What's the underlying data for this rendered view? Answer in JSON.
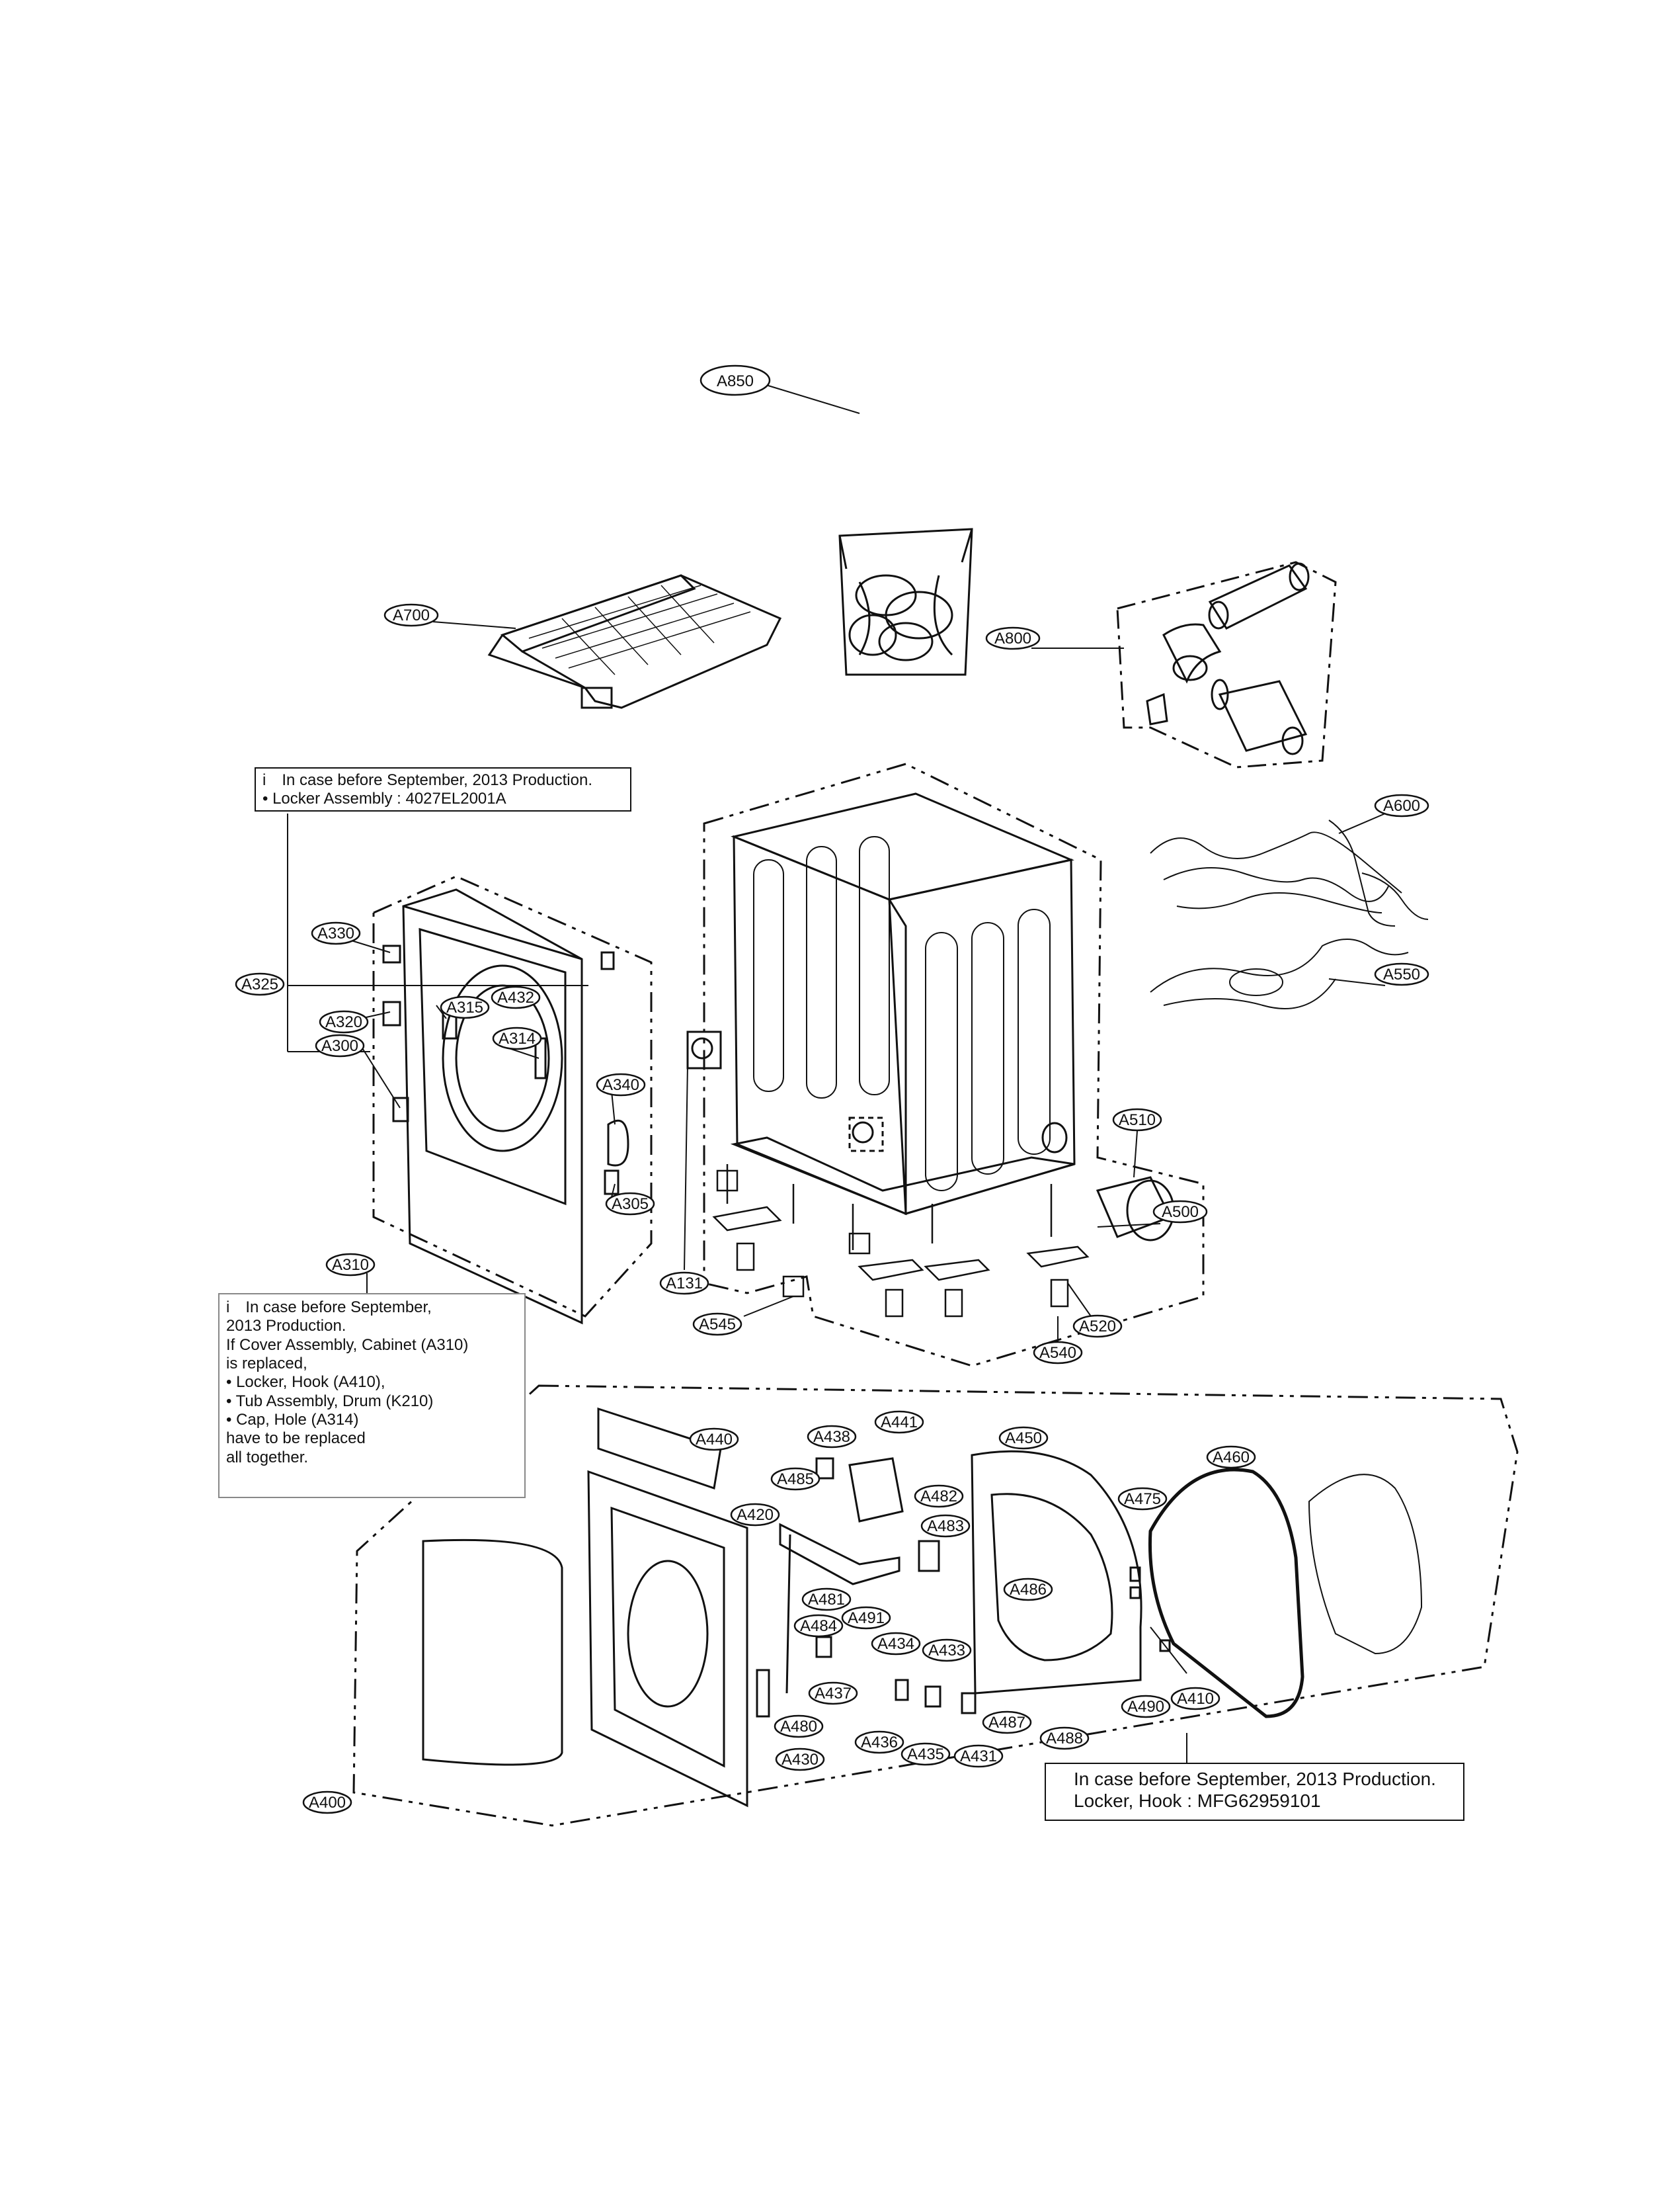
{
  "notes": {
    "top_left": {
      "line1": "In case before September, 2013 Production.",
      "line2": "Locker Assembly : 4027EL2001A"
    },
    "middle_left": {
      "lines": [
        "In case before September,",
        "2013 Production.",
        "If Cover Assembly, Cabinet (A310)",
        "is replaced,",
        "Locker, Hook (A410),",
        "Tub Assembly, Drum (K210)",
        "Cap, Hole (A314)",
        "have to be replaced",
        "all together."
      ]
    },
    "bottom_right": {
      "line1": "In case before September, 2013 Production.",
      "line2": "Locker, Hook : MFG62959101"
    }
  },
  "labels": {
    "A850": "A850",
    "A700": "A700",
    "A800": "A800",
    "A600": "A600",
    "A550": "A550",
    "A500": "A500",
    "A510": "A510",
    "A520": "A520",
    "A540": "A540",
    "A545": "A545",
    "A131": "A131",
    "A330": "A330",
    "A325": "A325",
    "A320": "A320",
    "A300": "A300",
    "A310": "A310",
    "A315": "A315",
    "A314": "A314",
    "A432": "A432",
    "A340": "A340",
    "A305": "A305",
    "A400": "A400",
    "A440": "A440",
    "A420": "A420",
    "A438": "A438",
    "A441": "A441",
    "A485": "A485",
    "A482": "A482",
    "A483": "A483",
    "A481": "A481",
    "A491": "A491",
    "A484": "A484",
    "A434": "A434",
    "A433": "A433",
    "A437": "A437",
    "A480": "A480",
    "A430": "A430",
    "A436": "A436",
    "A435": "A435",
    "A431": "A431",
    "A450": "A450",
    "A486": "A486",
    "A487": "A487",
    "A488": "A488",
    "A475": "A475",
    "A490": "A490",
    "A460": "A460",
    "A410": "A410"
  }
}
